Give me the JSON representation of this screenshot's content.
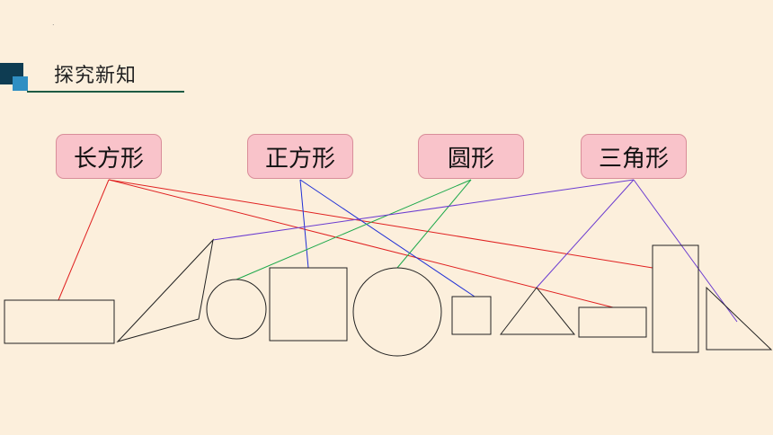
{
  "header": {
    "title": "探究新知"
  },
  "labels": [
    {
      "id": "rect",
      "text": "长方形",
      "line_color": "#e02020"
    },
    {
      "id": "square",
      "text": "正方形",
      "line_color": "#1f2fd6"
    },
    {
      "id": "circle",
      "text": "圆形",
      "line_color": "#1ca84a"
    },
    {
      "id": "triangle",
      "text": "三角形",
      "line_color": "#6a3bd0"
    }
  ],
  "colors": {
    "background": "#fcefdc",
    "label_fill": "#f9c3ca",
    "shape_stroke": "#222222"
  }
}
